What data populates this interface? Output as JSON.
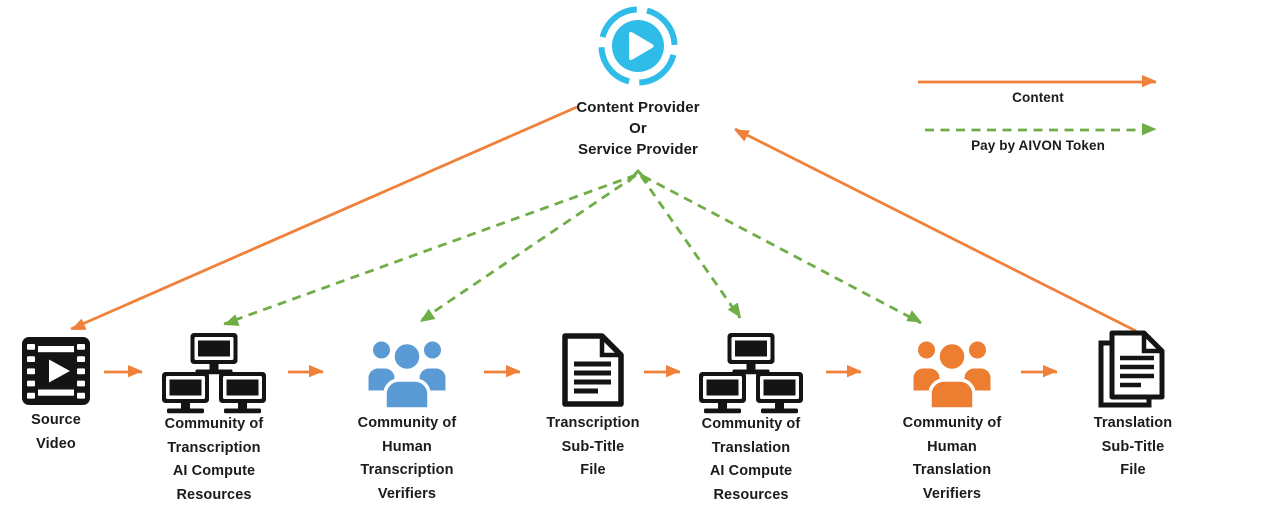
{
  "provider": {
    "label": "Content Provider\nOr\nService Provider",
    "icon": "play-button-icon"
  },
  "legend": {
    "content": {
      "label": "Content",
      "style": "solid-arrow",
      "color": "#F0813A"
    },
    "pay": {
      "label": "Pay by AIVON Token",
      "style": "dashed-arrow",
      "color": "#6FAD47"
    }
  },
  "nodes": [
    {
      "label": "Source\nVideo",
      "icon": "film-video-icon",
      "color": "#141414"
    },
    {
      "label": "Community of\nTranscription\nAI Compute\nResources",
      "icon": "computer-network-icon",
      "color": "#141414"
    },
    {
      "label": "Community of\nHuman\nTranscription\nVerifiers",
      "icon": "people-group-icon",
      "color": "#5B9BD5"
    },
    {
      "label": "Transcription\nSub-Title\nFile",
      "icon": "document-icon",
      "color": "#141414"
    },
    {
      "label": "Community of\nTranslation\nAI Compute\nResources",
      "icon": "computer-network-icon",
      "color": "#141414"
    },
    {
      "label": "Community of\nHuman\nTranslation\nVerifiers",
      "icon": "people-group-icon",
      "color": "#ED7D31"
    },
    {
      "label": "Translation\nSub-Title\nFile",
      "icon": "documents-stack-icon",
      "color": "#141414"
    }
  ],
  "colors": {
    "content_arrow": "#F0813A",
    "pay_arrow": "#6FAD47",
    "verifier_blue": "#5B9BD5",
    "verifier_orange": "#ED7D31",
    "provider_cyan": "#30BCE8",
    "icon_black": "#141414",
    "text": "#1b1b1b"
  }
}
